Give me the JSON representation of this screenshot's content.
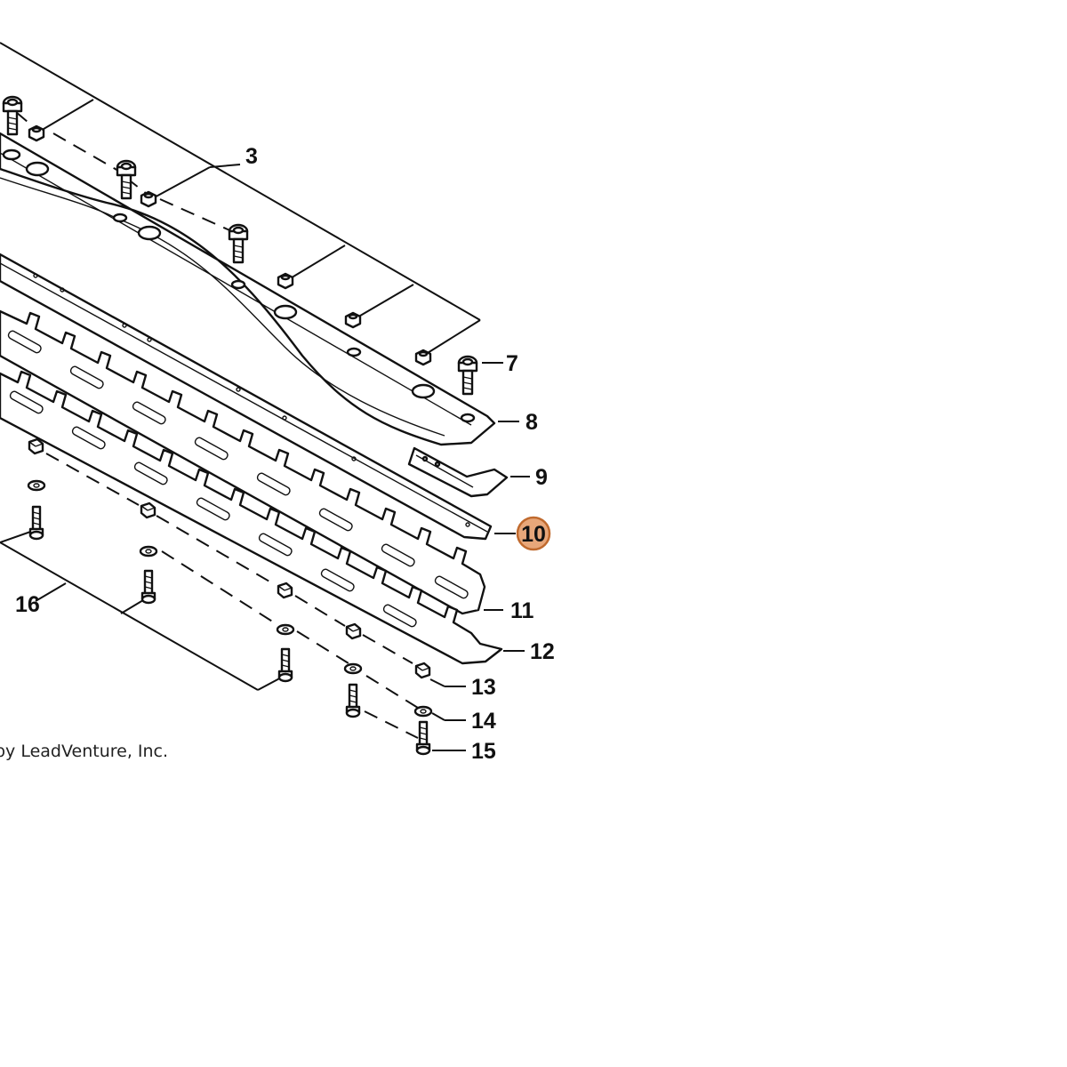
{
  "callouts": [
    {
      "label": "3"
    },
    {
      "label": "7"
    },
    {
      "label": "8"
    },
    {
      "label": "9"
    },
    {
      "label": "10",
      "highlighted": true
    },
    {
      "label": "11"
    },
    {
      "label": "12"
    },
    {
      "label": "13"
    },
    {
      "label": "14"
    },
    {
      "label": "15"
    },
    {
      "label": "16"
    }
  ],
  "copyright": "by LeadVenture, Inc.",
  "colors": {
    "highlight_fill": "#E8A77A",
    "highlight_stroke": "#C06A2E",
    "line": "#111111",
    "background": "#ffffff"
  }
}
